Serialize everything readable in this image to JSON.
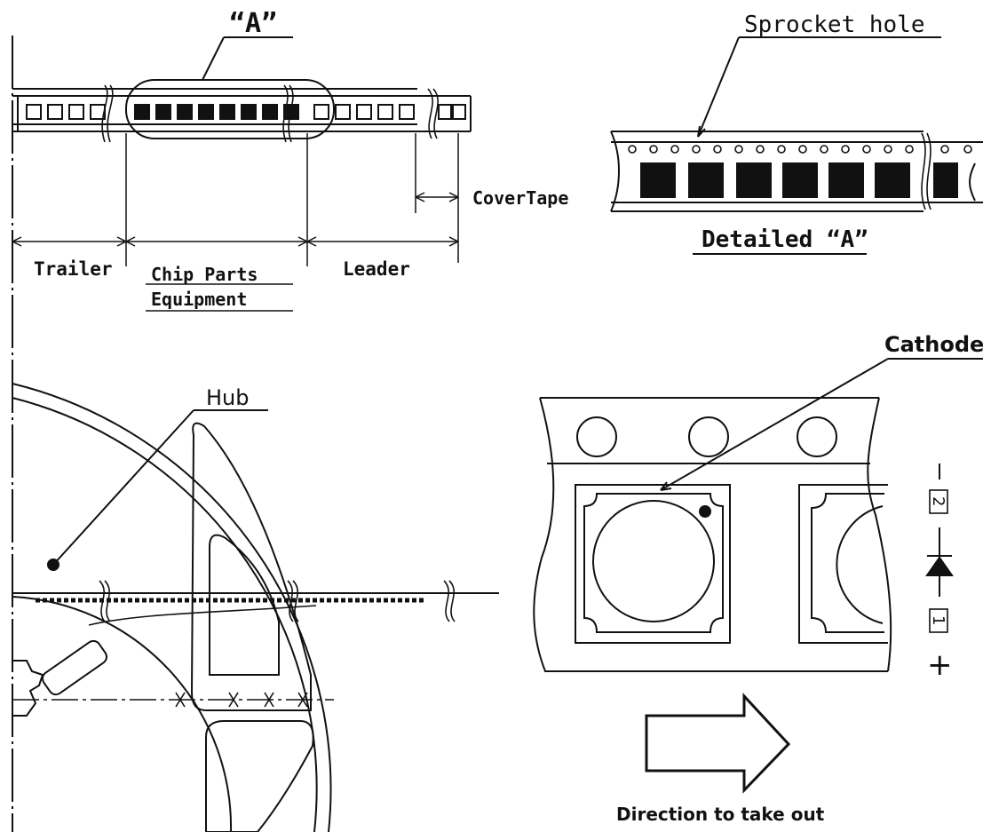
{
  "labels": {
    "detail_ref": "“A”",
    "sprocket_hole": "Sprocket hole",
    "cover_tape": "CoverTape",
    "detailed_a": "Detailed “A”",
    "trailer": "Trailer",
    "chip_parts": "Chip Parts",
    "equipment": "Equipment",
    "leader": "Leader",
    "hub": "Hub",
    "cathode": "Cathode",
    "direction": "Direction to take out",
    "pin2": "2",
    "pin1": "1",
    "minus": "−",
    "plus": "+"
  },
  "colors": {
    "ink": "#111111",
    "background": "#ffffff"
  }
}
